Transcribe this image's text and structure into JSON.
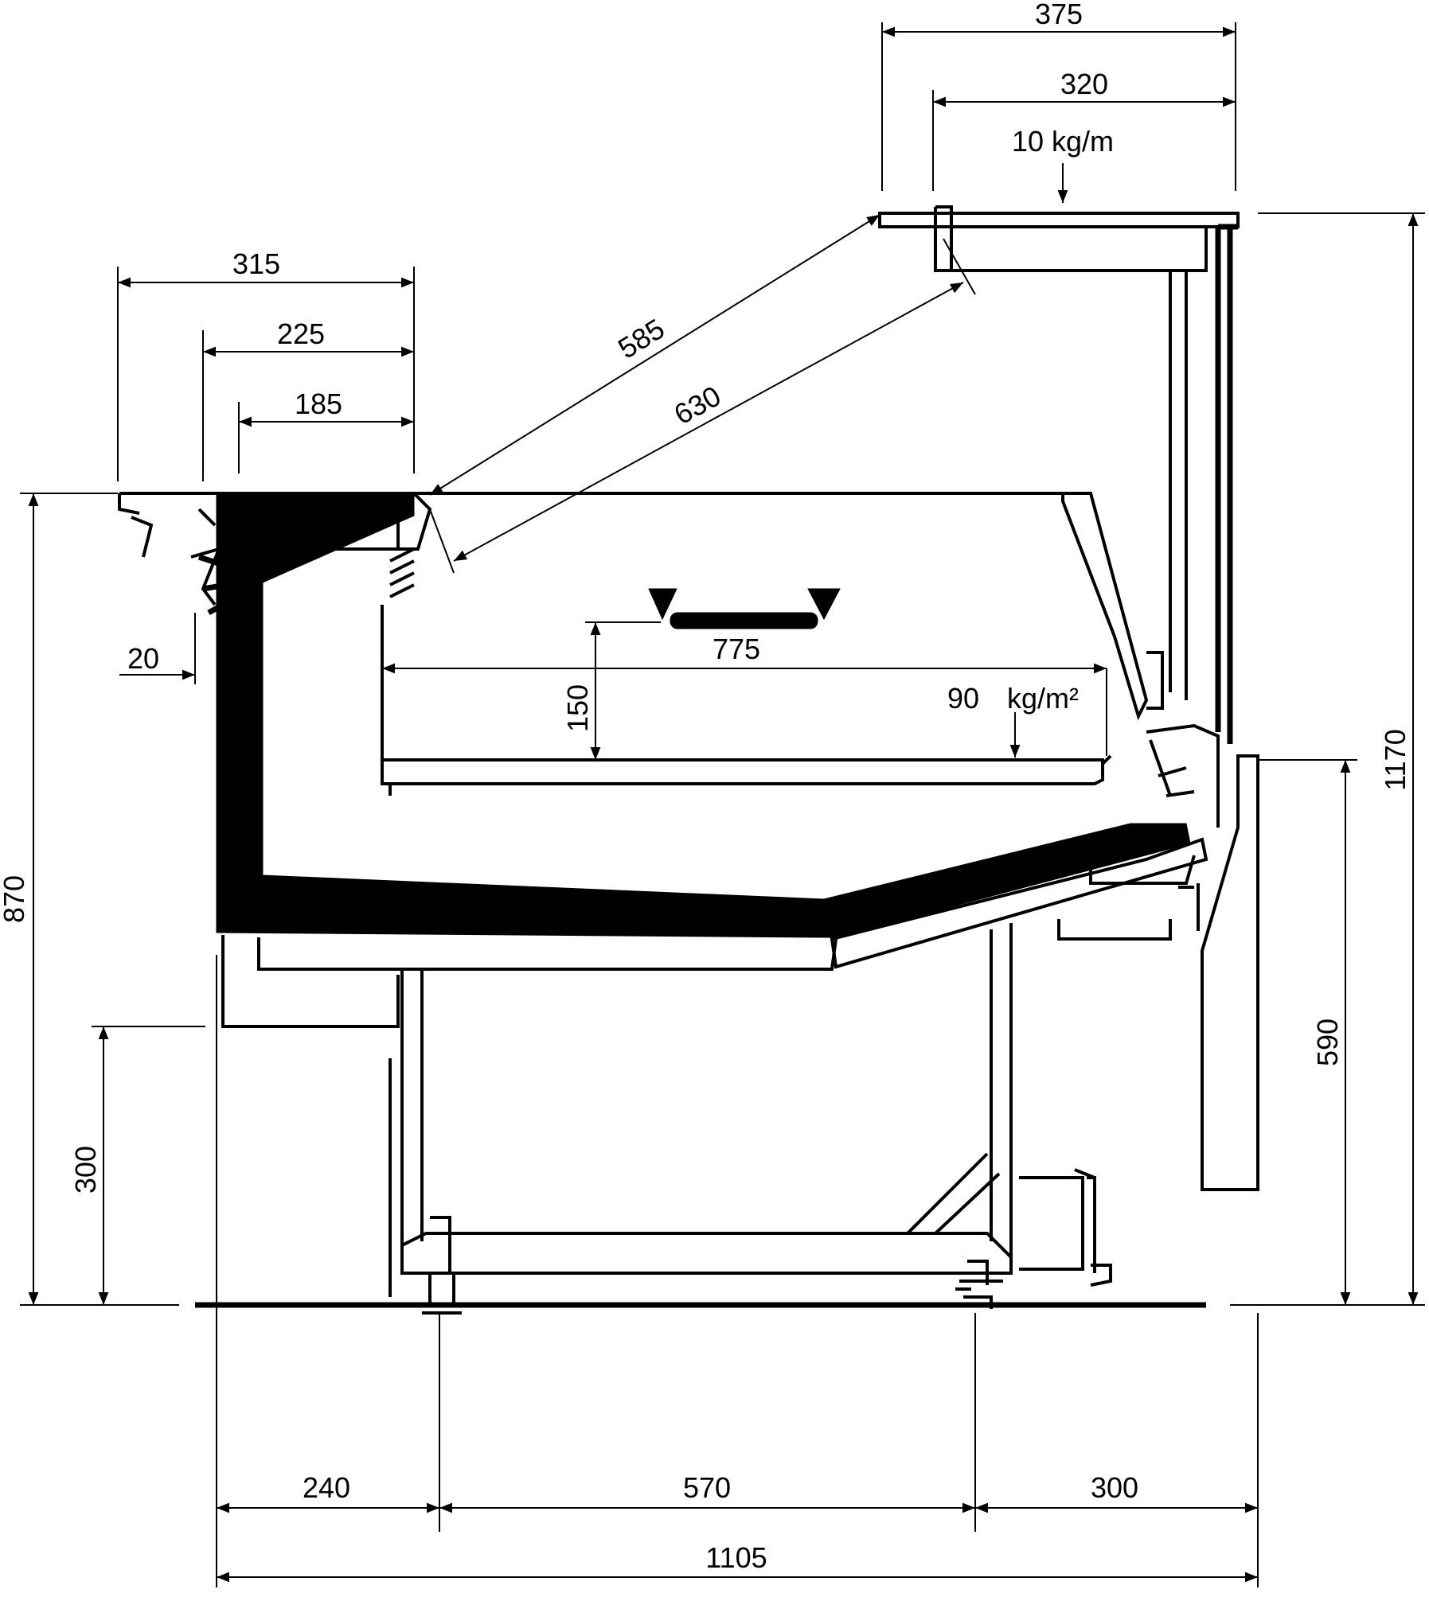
{
  "dimensions": {
    "d375": "375",
    "d320": "320",
    "load_top": "10 kg/m",
    "d315": "315",
    "d225": "225",
    "d185": "185",
    "d585": "585",
    "d630": "630",
    "d20": "20",
    "d775": "775",
    "d150": "150",
    "load_shelf_value": "90",
    "load_shelf_unit": "kg/m²",
    "d870": "870",
    "d1170": "1170",
    "d590": "590",
    "d300_left": "300",
    "d240": "240",
    "d570": "570",
    "d300_bottom": "300",
    "d1105": "1105"
  }
}
